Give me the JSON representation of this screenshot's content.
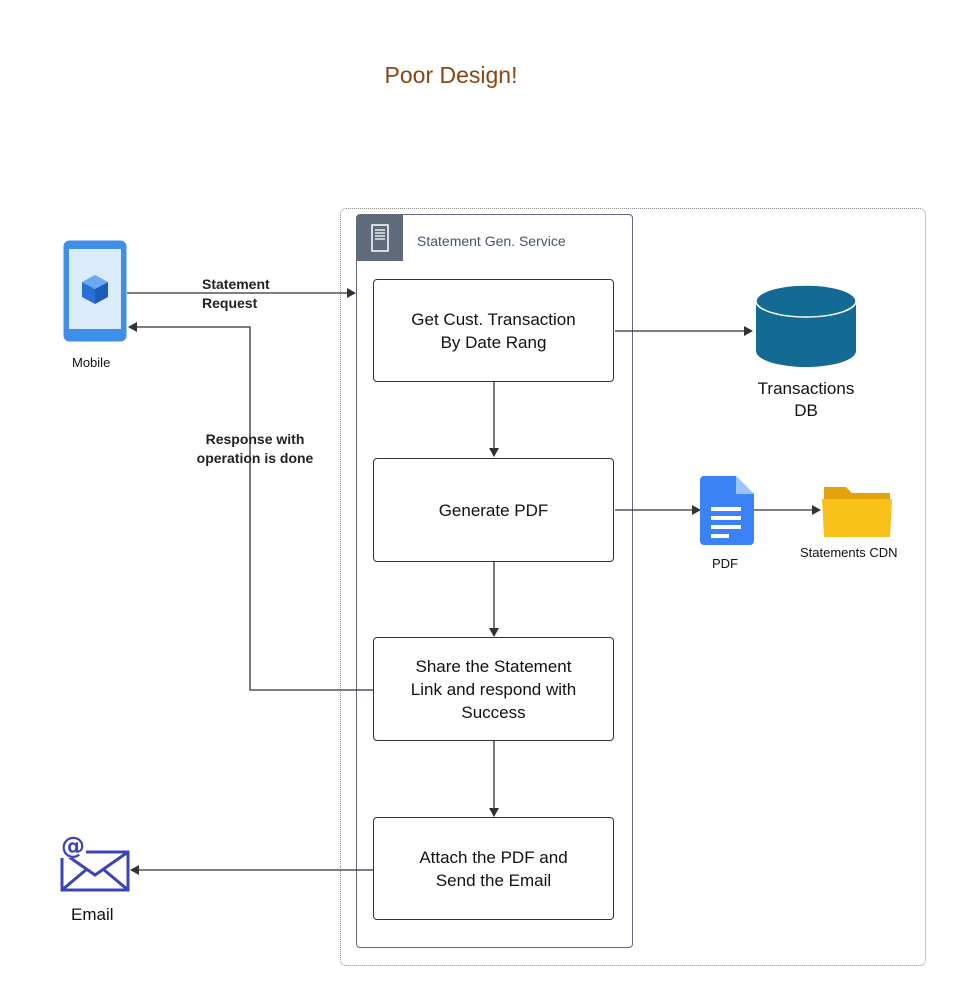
{
  "title": "Poor Design!",
  "service": {
    "title": "Statement Gen. Service"
  },
  "steps": [
    "Get Cust. Transaction\nBy Date Rang",
    "Generate PDF",
    "Share the Statement\nLink and respond with\nSuccess",
    "Attach the PDF and\nSend the Email"
  ],
  "nodes": {
    "mobile": "Mobile",
    "db": "Transactions\nDB",
    "pdf": "PDF",
    "cdn": "Statements CDN",
    "email": "Email"
  },
  "edges": {
    "request": "Statement\nRequest",
    "response": "Response with\noperation is done"
  },
  "colors": {
    "title": "#8b4513",
    "panel_border": "#5f6b7a",
    "db": "#136a93",
    "phone": "#3d8fe8",
    "pdf": "#3b82f6",
    "folder": "#f9c21b",
    "email_icon": "#3b44b5",
    "arrow": "#333333"
  }
}
